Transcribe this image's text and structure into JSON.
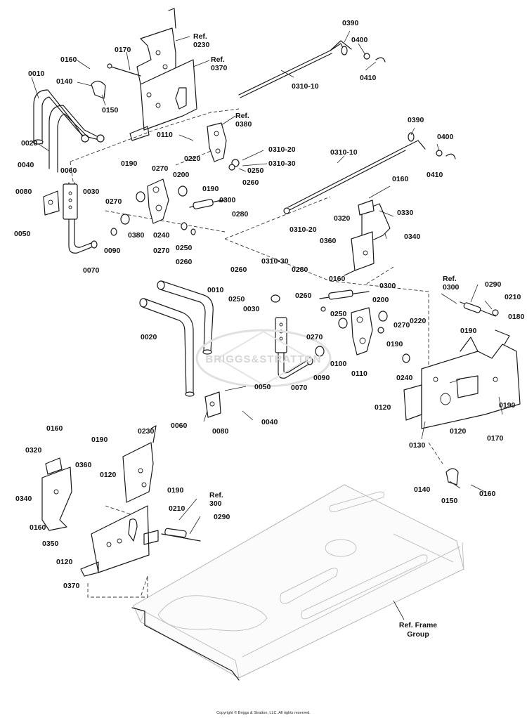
{
  "labels": {
    "ref_0230": "Ref.\n0230",
    "ref_0370": "Ref.\n0370",
    "ref_0380": "Ref.\n0380",
    "ref_0300_right": "Ref.\n0300",
    "ref_300_bottom": "Ref.\n300",
    "ref_frame": "Ref. Frame\nGroup",
    "p0170": "0170",
    "p0160": "0160",
    "p0140": "0140",
    "p0150": "0150",
    "p0010": "0010",
    "p0020": "0020",
    "p0040": "0040",
    "p0060": "0060",
    "p0030": "0030",
    "p0080": "0080",
    "p0050": "0050",
    "p0070": "0070",
    "p0090": "0090",
    "p0110": "0110",
    "p0190": "0190",
    "p0270": "0270",
    "p0200": "0200",
    "p0220": "0220",
    "p0380": "0380",
    "p0240": "0240",
    "p0250": "0250",
    "p0260": "0260",
    "p0280": "0280",
    "p0300": "0300",
    "p0390": "0390",
    "p0400": "0400",
    "p0410": "0410",
    "p0310_10": "0310-10",
    "p0310_20": "0310-20",
    "p0310_30": "0310-30",
    "p0320": "0320",
    "p0330": "0330",
    "p0340": "0340",
    "p0360": "0360",
    "p0100": "0100",
    "p0180": "0180",
    "p0210": "0210",
    "p0290": "0290",
    "p0120": "0120",
    "p0130": "0130",
    "p0230": "0230",
    "p0350": "0350",
    "p0370": "0370"
  },
  "watermark": "BRIGGS&STRATTON",
  "copyright": "Copyright © Briggs & Stratton, LLC. All rights reserved."
}
